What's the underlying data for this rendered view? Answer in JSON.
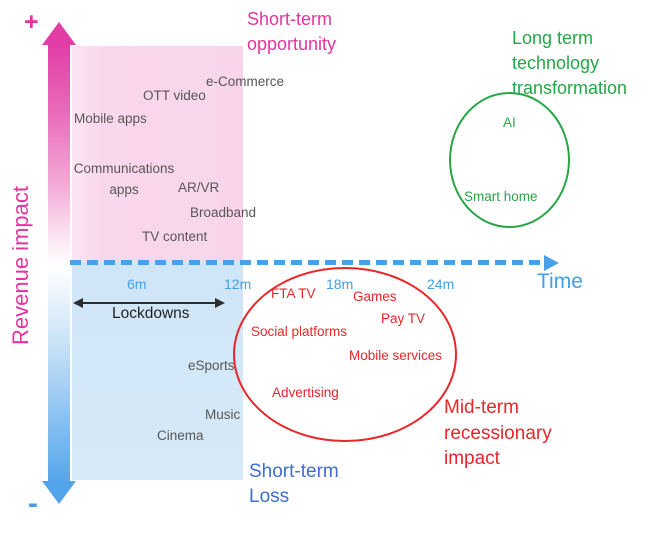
{
  "colors": {
    "magenta": "#e5349f",
    "sky_blue": "#41a0e8",
    "royal_blue": "#3e6ed3",
    "red": "#e9262a",
    "green": "#27a648",
    "grey_text": "#575757",
    "pink_fill": "#f8d5eb",
    "blue_fill": "#d3e8f8"
  },
  "y_axis": {
    "label": "Revenue impact",
    "plus": "+",
    "minus": "-"
  },
  "x_axis": {
    "label": "Time",
    "ticks": [
      "6m",
      "12m",
      "18m",
      "24m"
    ]
  },
  "lockdowns": {
    "label": "Lockdowns"
  },
  "opportunity": {
    "label": "Short-term opportunity",
    "items": [
      "e-Commerce",
      "OTT video",
      "Mobile apps",
      "Communications apps",
      "AR/VR",
      "Broadband",
      "TV content"
    ]
  },
  "loss": {
    "label": "Short-term Loss",
    "items": [
      "eSports",
      "Music",
      "Cinema"
    ]
  },
  "recession": {
    "label": "Mid-term recessionary impact",
    "items": [
      "FTA TV",
      "Games",
      "Pay TV",
      "Social platforms",
      "Mobile services",
      "Advertising"
    ]
  },
  "transformation": {
    "label": "Long term technology transformation",
    "items": [
      "AI",
      "Smart home"
    ]
  }
}
